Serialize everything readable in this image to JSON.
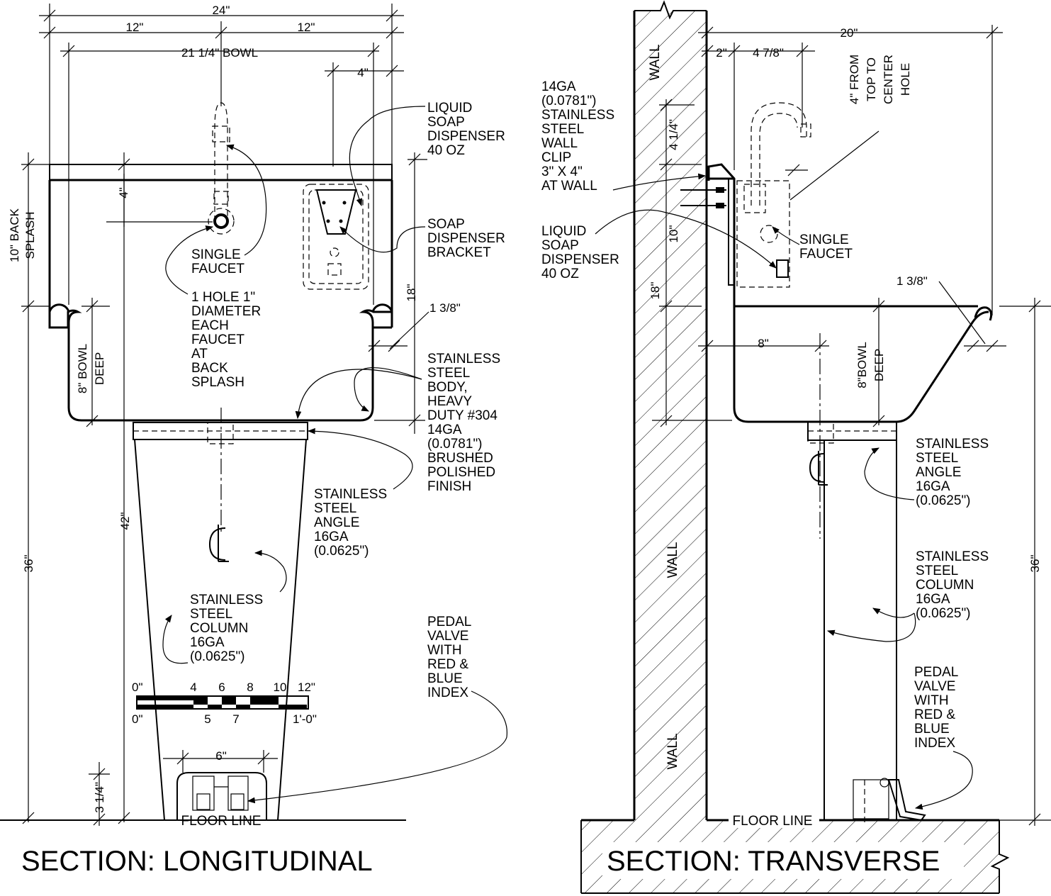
{
  "longitudinal": {
    "title": "SECTION: LONGITUDINAL",
    "dims": {
      "overall_width": "24\"",
      "half_left": "12\"",
      "half_right": "12\"",
      "bowl_width": "21 1/4\" BOWL",
      "soap_offset": "4\"",
      "faucet_drop": "4\"",
      "back_splash": [
        "10\" BACK",
        "SPLASH"
      ],
      "bowl_depth": [
        "8\" BOWL",
        "DEEP"
      ],
      "rim_height": "18\"",
      "rim_lip": "1 3/8\"",
      "overall_height": "42\"",
      "bowl_height": "36\"",
      "pedal_height": "3 1/4\"",
      "pedal_width": "6\""
    },
    "labels": {
      "liquid_soap": [
        "LIQUID",
        "SOAP",
        "DISPENSER",
        "40 OZ"
      ],
      "soap_bracket": [
        "SOAP",
        "DISPENSER",
        "BRACKET"
      ],
      "single_faucet": [
        "SINGLE",
        "FAUCET"
      ],
      "faucet_hole": [
        "1 HOLE 1\"",
        "DIAMETER",
        "EACH",
        "FAUCET",
        "AT",
        "BACK",
        "SPLASH"
      ],
      "body": [
        "STAINLESS",
        "STEEL",
        "BODY,",
        "HEAVY",
        "DUTY #304",
        "14GA",
        "(0.0781\")",
        "BRUSHED",
        "POLISHED",
        "FINISH"
      ],
      "angle": [
        "STAINLESS",
        "STEEL",
        "ANGLE",
        "16GA",
        "(0.0625\")"
      ],
      "column": [
        "STAINLESS",
        "STEEL",
        "COLUMN",
        "16GA",
        "(0.0625\")"
      ],
      "pedal": [
        "PEDAL",
        "VALVE",
        "WITH",
        "RED &",
        "BLUE",
        "INDEX"
      ],
      "floor": "FLOOR LINE"
    },
    "scale": {
      "top": [
        "0\"",
        "4",
        "6",
        "8",
        "10",
        "12\""
      ],
      "bottom": [
        "0\"",
        "5",
        "7",
        "1'-0\""
      ]
    }
  },
  "transverse": {
    "title": "SECTION: TRANSVERSE",
    "dims": {
      "depth": "20\"",
      "wall_offset": "2\"",
      "faucet_offset": "4 7/8\"",
      "top_to_hole": [
        "4\" FROM",
        "TOP TO",
        "CENTER",
        "HOLE"
      ],
      "clip_height": "4 1/4\"",
      "back_height": "10\"",
      "rim_height": "18\"",
      "rim_lip": "1 3/8\"",
      "drain_offset": "8\"",
      "bowl_depth": [
        "8\"BOWL",
        "DEEP"
      ],
      "overall_height": "36\""
    },
    "labels": {
      "wall": "WALL",
      "wall_clip": [
        "14GA",
        "(0.0781\")",
        "STAINLESS",
        "STEEL",
        "WALL",
        "CLIP",
        "3\" X 4\"",
        "AT WALL"
      ],
      "liquid_soap": [
        "LIQUID",
        "SOAP",
        "DISPENSER",
        "40 OZ"
      ],
      "single_faucet": [
        "SINGLE",
        "FAUCET"
      ],
      "angle": [
        "STAINLESS",
        "STEEL",
        "ANGLE",
        "16GA",
        "(0.0625\")"
      ],
      "column": [
        "STAINLESS",
        "STEEL",
        "COLUMN",
        "16GA",
        "(0.0625\")"
      ],
      "pedal": [
        "PEDAL",
        "VALVE",
        "WITH",
        "RED &",
        "BLUE",
        "INDEX"
      ],
      "floor": "FLOOR LINE"
    }
  }
}
